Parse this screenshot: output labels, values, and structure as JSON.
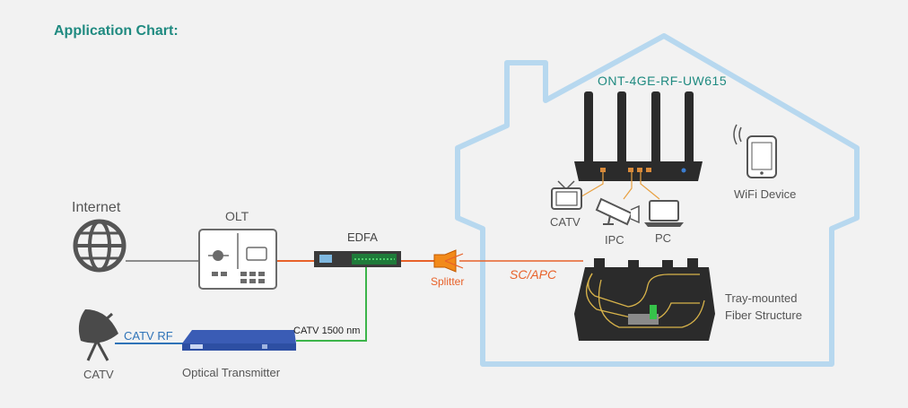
{
  "title": "Application Chart:",
  "labels": {
    "internet": "Internet",
    "olt": "OLT",
    "edfa": "EDFA",
    "splitter": "Splitter",
    "sc_apc": "SC/APC",
    "ont_model": "ONT-4GE-RF-UW615",
    "catv_tv": "CATV",
    "ipc": "IPC",
    "pc": "PC",
    "wifi_device": "WiFi Device",
    "tray_line1": "Tray-mounted",
    "tray_line2": "Fiber Structure",
    "catv_rf": "CATV RF",
    "catv_1500": "CATV  1500 nm",
    "catv_dish": "CATV",
    "optical_transmitter": "Optical Transmitter"
  },
  "colors": {
    "title": "#1f8a80",
    "house_outline": "#b7d8ef",
    "fiber_orange": "#e8622a",
    "fiber_green": "#3cb54a",
    "cable_grey": "#8c8c8c",
    "rf_blue": "#2f73b8",
    "device_dark": "#2b2b2b",
    "transmitter_blue": "#2d4fa3",
    "ont_model_text": "#1f8a80",
    "rf_label": "#2f73b8"
  },
  "icons": [
    "globe-icon",
    "olt-icon",
    "edfa-icon",
    "splitter-icon",
    "satellite-dish-icon",
    "optical-transmitter-icon",
    "router-icon",
    "tv-icon",
    "camera-icon",
    "laptop-icon",
    "phone-icon",
    "wifi-icon"
  ]
}
